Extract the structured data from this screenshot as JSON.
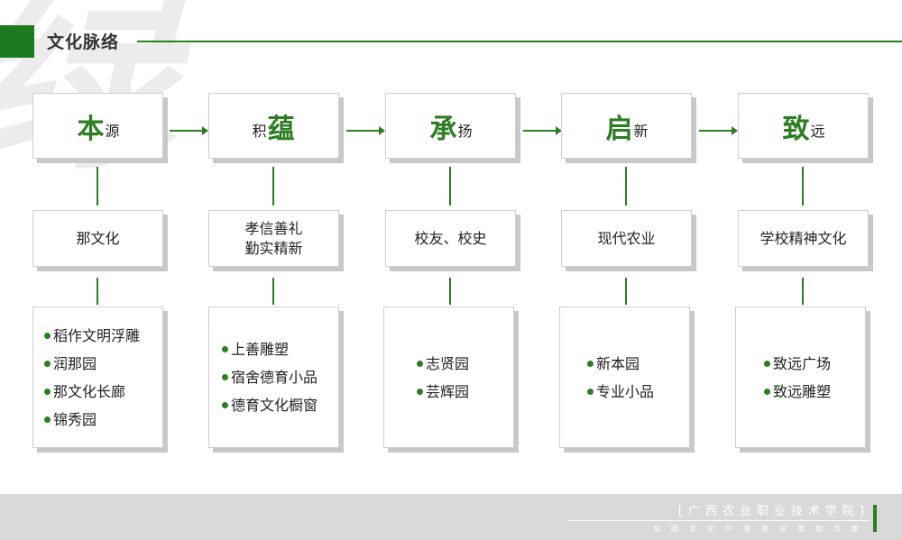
{
  "header": {
    "title": "文化脉络"
  },
  "watermark": "绿",
  "columns": [
    {
      "head_big": "本",
      "head_small_after": "源",
      "head_small_before": "",
      "category": "那文化",
      "items": [
        "稻作文明浮雕",
        "润那园",
        "那文化长廊",
        "锦秀园"
      ]
    },
    {
      "head_big": "蕴",
      "head_small_after": "",
      "head_small_before": "积",
      "category": "孝信善礼\n勤实精新",
      "items": [
        "上善雕塑",
        "宿舍德育小品",
        "德育文化橱窗"
      ]
    },
    {
      "head_big": "承",
      "head_small_after": "扬",
      "head_small_before": "",
      "category": "校友、校史",
      "items": [
        "志贤园",
        "芸辉园"
      ]
    },
    {
      "head_big": "启",
      "head_small_after": "新",
      "head_small_before": "",
      "category": "现代农业",
      "items": [
        "新本园",
        "专业小品"
      ]
    },
    {
      "head_big": "致",
      "head_small_after": "远",
      "head_small_before": "",
      "category": "学校精神文化",
      "items": [
        "致远广场",
        "致远雕塑"
      ]
    }
  ],
  "footer": {
    "title": "[广西农业职业技术学院]",
    "subtitle": "校园文化环境建设策划方案"
  },
  "colors": {
    "accent": "#2e7d24",
    "footer_bg": "#d9d9d9"
  }
}
